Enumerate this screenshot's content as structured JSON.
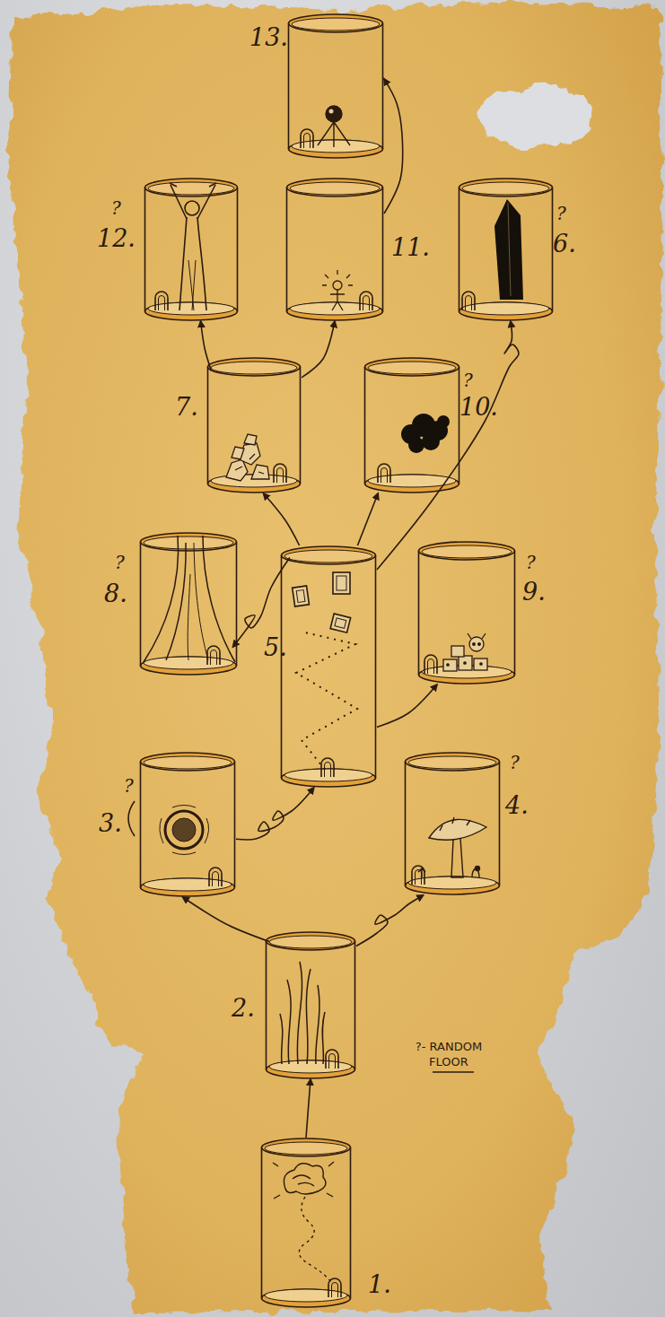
{
  "diagram": {
    "nodes": [
      {
        "text": [
          "1."
        ]
      },
      {
        "text": [
          "2."
        ]
      },
      {
        "text": [
          "?",
          "3."
        ]
      },
      {
        "text": [
          "?",
          "4."
        ]
      },
      {
        "text": [
          "5."
        ]
      },
      {
        "text": [
          "?",
          "6."
        ]
      },
      {
        "text": [
          "7."
        ]
      },
      {
        "text": [
          "?",
          "8."
        ]
      },
      {
        "text": [
          "?",
          "9."
        ]
      },
      {
        "text": [
          "?",
          "10."
        ]
      },
      {
        "text": [
          "11."
        ]
      },
      {
        "text": [
          "?",
          "12."
        ]
      },
      {
        "text": [
          "13."
        ]
      }
    ],
    "edges": [
      {
        "from": 0,
        "to": 1,
        "arrow": "to"
      },
      {
        "from": 1,
        "to": 2,
        "arrow": "to"
      },
      {
        "from": 1,
        "to": 3,
        "arrow": "to"
      },
      {
        "from": 2,
        "to": 4,
        "arrow": "to"
      },
      {
        "from": 4,
        "to": 7,
        "arrow": "to"
      },
      {
        "from": 4,
        "to": 8,
        "arrow": "to"
      },
      {
        "from": 4,
        "to": 6,
        "arrow": "to"
      },
      {
        "from": 4,
        "to": 9,
        "arrow": "to"
      },
      {
        "from": 4,
        "to": 5,
        "arrow": "to"
      },
      {
        "from": 6,
        "to": 11,
        "arrow": "to"
      },
      {
        "from": 6,
        "to": 10,
        "arrow": "to"
      },
      {
        "from": 10,
        "to": 12,
        "arrow": "to"
      }
    ],
    "labels": [
      "?- RANDOM FLOOR"
    ]
  }
}
